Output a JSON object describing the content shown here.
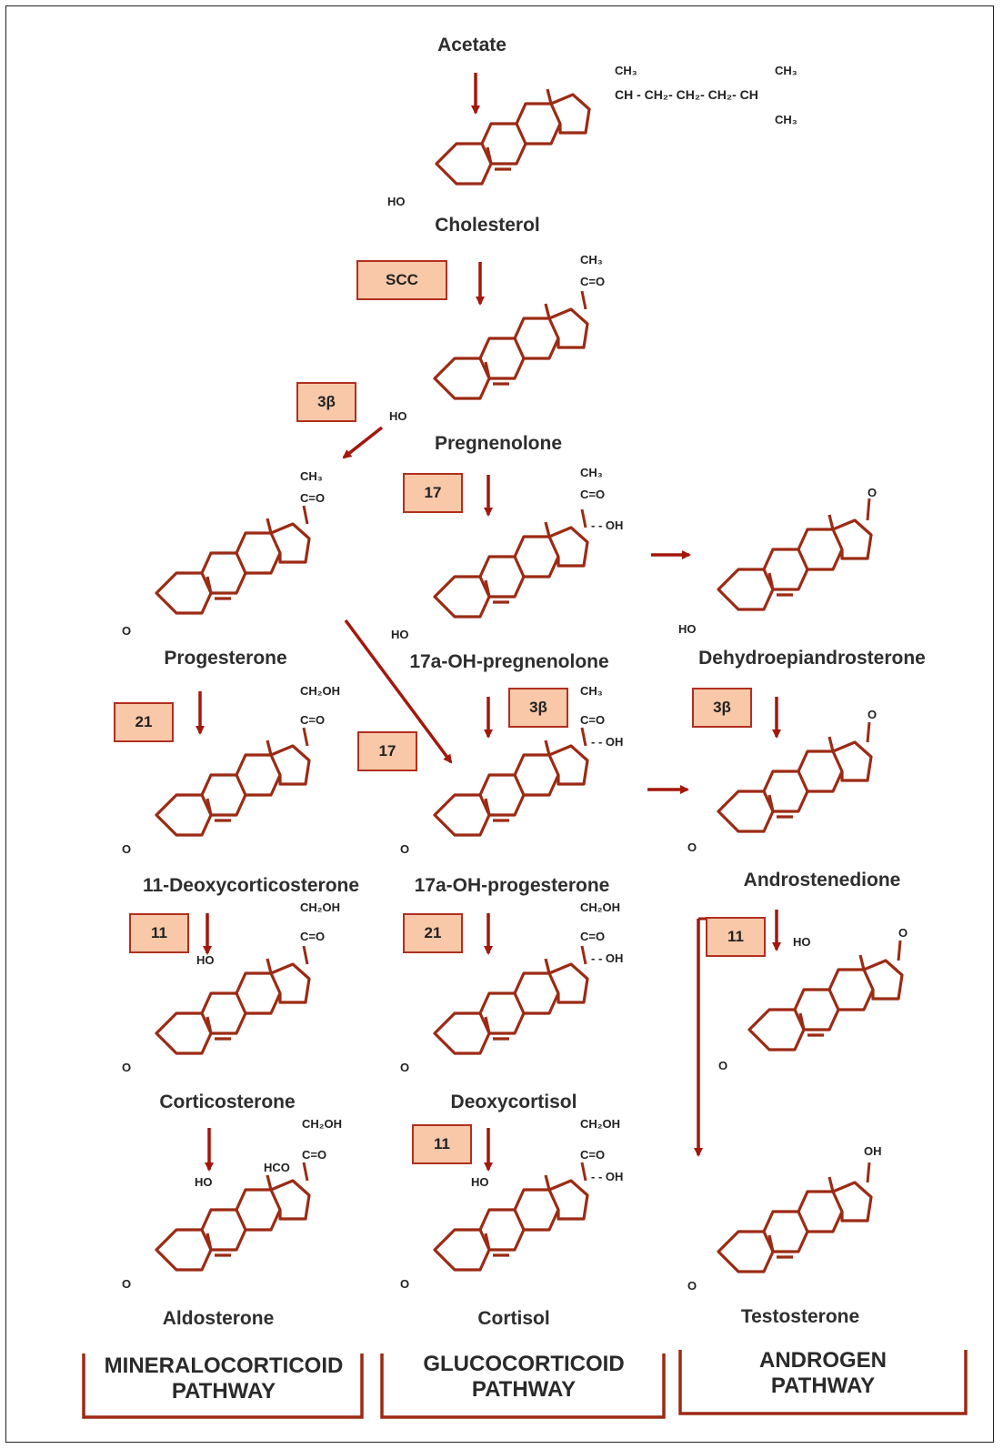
{
  "compounds": {
    "acetate": "Acetate",
    "cholesterol": "Cholesterol",
    "pregnenolone": "Pregnenolone",
    "progesterone": "Progesterone",
    "oh_pregnenolone": "17a-OH-pregnenolone",
    "dhea": "Dehydroepiandrosterone",
    "deoxycorticosterone": "11-Deoxycorticosterone",
    "oh_progesterone": "17a-OH-progesterone",
    "androstenedione": "Androstenedione",
    "corticosterone": "Corticosterone",
    "deoxycortisol": "Deoxycortisol",
    "aldosterone": "Aldosterone",
    "cortisol": "Cortisol",
    "testosterone": "Testosterone"
  },
  "enzymes": {
    "scc": "SCC",
    "hsd3b_1": "3β",
    "cyp17_1": "17",
    "cyp21_1": "21",
    "cyp17_2": "17",
    "hsd3b_2": "3β",
    "hsd3b_3": "3β",
    "cyp11_1": "11",
    "cyp21_2": "21",
    "cyp11_2": "11",
    "cyp11_3": "11"
  },
  "pathways": {
    "mineralocorticoid_1": "MINERALOCORTICOID",
    "mineralocorticoid_2": "PATHWAY",
    "glucocorticoid_1": "GLUCOCORTICOID",
    "glucocorticoid_2": "PATHWAY",
    "androgen_1": "ANDROGEN",
    "androgen_2": "PATHWAY"
  },
  "substituents": {
    "ho": "HO",
    "o": "O",
    "oh": "OH",
    "oh_dashed": "- - OH",
    "ch3": "CH₃",
    "co": "C=O",
    "ch2oh": "CH₂OH",
    "hco": "HCO",
    "side_chain": "CH - CH₂- CH₂- CH₂- CH",
    "side_ch3_top": "CH₃",
    "side_ch3_bottom": "CH₃"
  },
  "colors": {
    "structure": "#9c2a14",
    "arrow": "#a3170c",
    "enzyme_fill": "#f8c8a8",
    "enzyme_border": "#b03020",
    "text": "#2e2e2e"
  }
}
